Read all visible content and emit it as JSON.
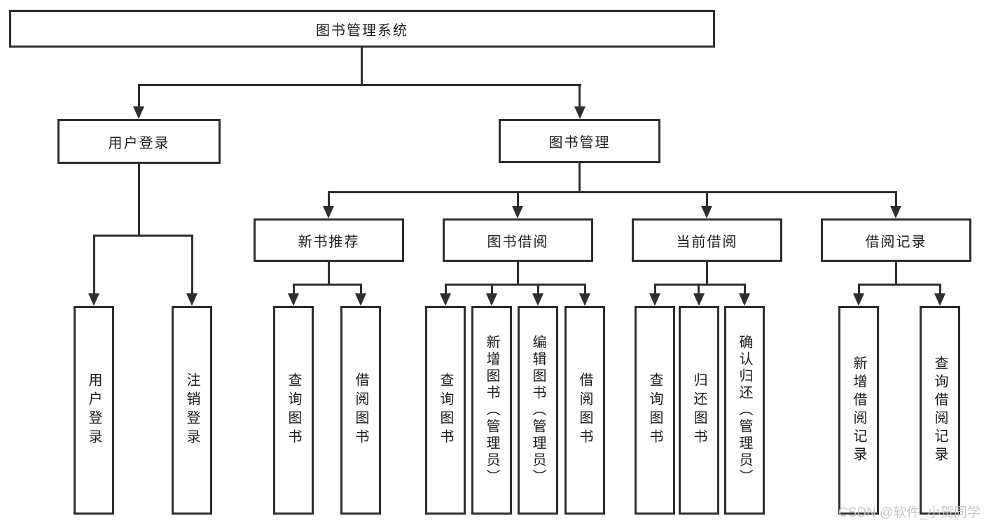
{
  "diagram": {
    "root": {
      "label": "图书管理系统"
    },
    "level2": [
      {
        "label": "用户登录"
      },
      {
        "label": "图书管理"
      }
    ],
    "level3": [
      {
        "label": "新书推荐"
      },
      {
        "label": "图书借阅"
      },
      {
        "label": "当前借阅"
      },
      {
        "label": "借阅记录"
      }
    ],
    "leaves": [
      {
        "label": "用户登录"
      },
      {
        "label": "注销登录"
      },
      {
        "label": "查询图书"
      },
      {
        "label": "借阅图书"
      },
      {
        "label": "查询图书"
      },
      {
        "label": "新增图书（管理员）"
      },
      {
        "label": "编辑图书（管理员）"
      },
      {
        "label": "借阅图书"
      },
      {
        "label": "查询图书"
      },
      {
        "label": "归还图书"
      },
      {
        "label": "确认归还（管理员）"
      },
      {
        "label": "新增借阅记录"
      },
      {
        "label": "查询借阅记录"
      }
    ]
  },
  "colors": {
    "line": "#2e2e2e",
    "text": "#1c1c1c",
    "background": "#ffffff",
    "watermark": "#c4c4c4"
  },
  "watermark": {
    "text": "CSDN @软件_小贺同学"
  }
}
